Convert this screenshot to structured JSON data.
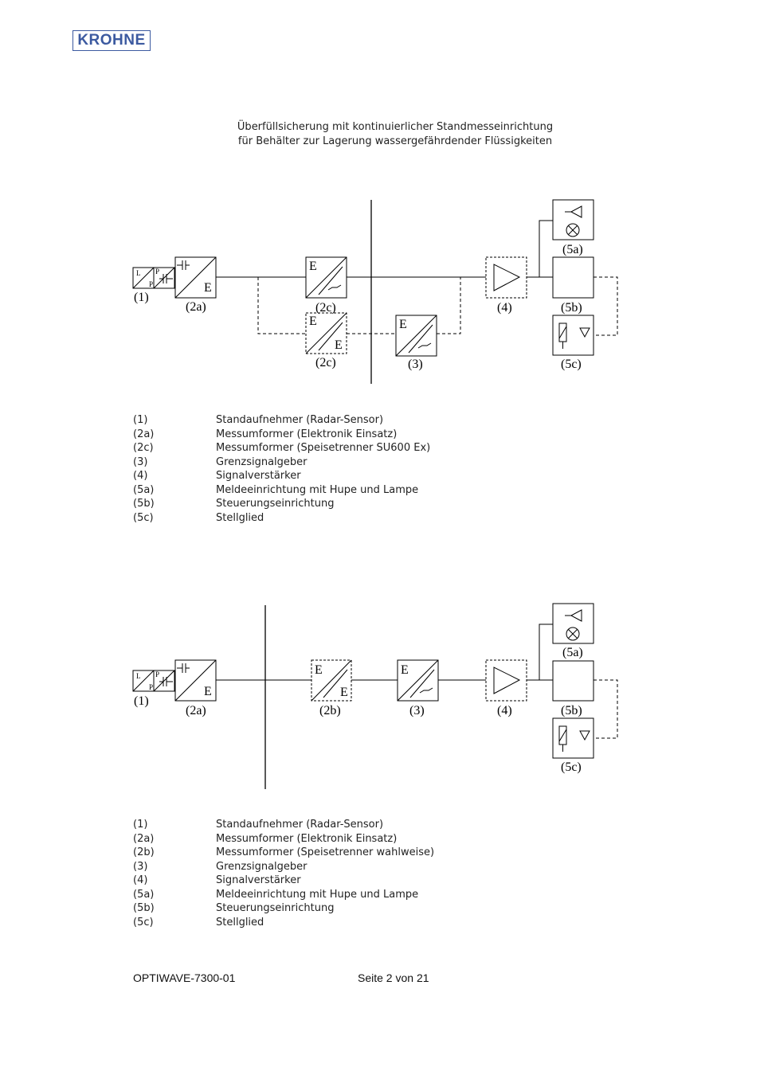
{
  "header": {
    "logo_text": "KROHNE"
  },
  "title": {
    "line1": "Überfüllsicherung mit kontinuierlicher Standmesseinrichtung",
    "line2": "für Behälter zur Lagerung wassergefährdender Flüssigkeiten"
  },
  "diagram1": {
    "labels": {
      "sensor": "(1)",
      "transmitter": "(2a)",
      "isolator_top": "(2c)",
      "isolator_bottom": "(2c)",
      "limit_switch": "(3)",
      "amplifier": "(4)",
      "alarm": "(5a)",
      "control": "(5b)",
      "actuator": "(5c)"
    },
    "glyphs": {
      "E": "E",
      "L": "L",
      "P": "P"
    }
  },
  "legend1": [
    {
      "code": "(1)",
      "desc": "Standaufnehmer (Radar-Sensor)"
    },
    {
      "code": "(2a)",
      "desc": "Messumformer (Elektronik Einsatz)"
    },
    {
      "code": "(2c)",
      "desc": "Messumformer (Speisetrenner SU600 Ex)"
    },
    {
      "code": "(3)",
      "desc": "Grenzsignalgeber"
    },
    {
      "code": "(4)",
      "desc": "Signalverstärker"
    },
    {
      "code": "(5a)",
      "desc": "Meldeeinrichtung mit Hupe und Lampe"
    },
    {
      "code": "(5b)",
      "desc": "Steuerungseinrichtung"
    },
    {
      "code": "(5c)",
      "desc": "Stellglied"
    }
  ],
  "diagram2": {
    "labels": {
      "sensor": "(1)",
      "transmitter": "(2a)",
      "isolator": "(2b)",
      "limit_switch": "(3)",
      "amplifier": "(4)",
      "alarm": "(5a)",
      "control": "(5b)",
      "actuator": "(5c)"
    }
  },
  "legend2": [
    {
      "code": "(1)",
      "desc": "Standaufnehmer (Radar-Sensor)"
    },
    {
      "code": "(2a)",
      "desc": "Messumformer (Elektronik Einsatz)"
    },
    {
      "code": "(2b)",
      "desc": "Messumformer (Speisetrenner wahlweise)"
    },
    {
      "code": "(3)",
      "desc": "Grenzsignalgeber"
    },
    {
      "code": "(4)",
      "desc": "Signalverstärker"
    },
    {
      "code": "(5a)",
      "desc": "Meldeeinrichtung mit Hupe und Lampe"
    },
    {
      "code": "(5b)",
      "desc": "Steuerungseinrichtung"
    },
    {
      "code": "(5c)",
      "desc": "Stellglied"
    }
  ],
  "footer": {
    "doc_id": "OPTIWAVE-7300-01",
    "page": "Seite 2 von 21"
  },
  "colors": {
    "logo": "#3c5aa0",
    "line": "#000000",
    "text": "#222222"
  }
}
